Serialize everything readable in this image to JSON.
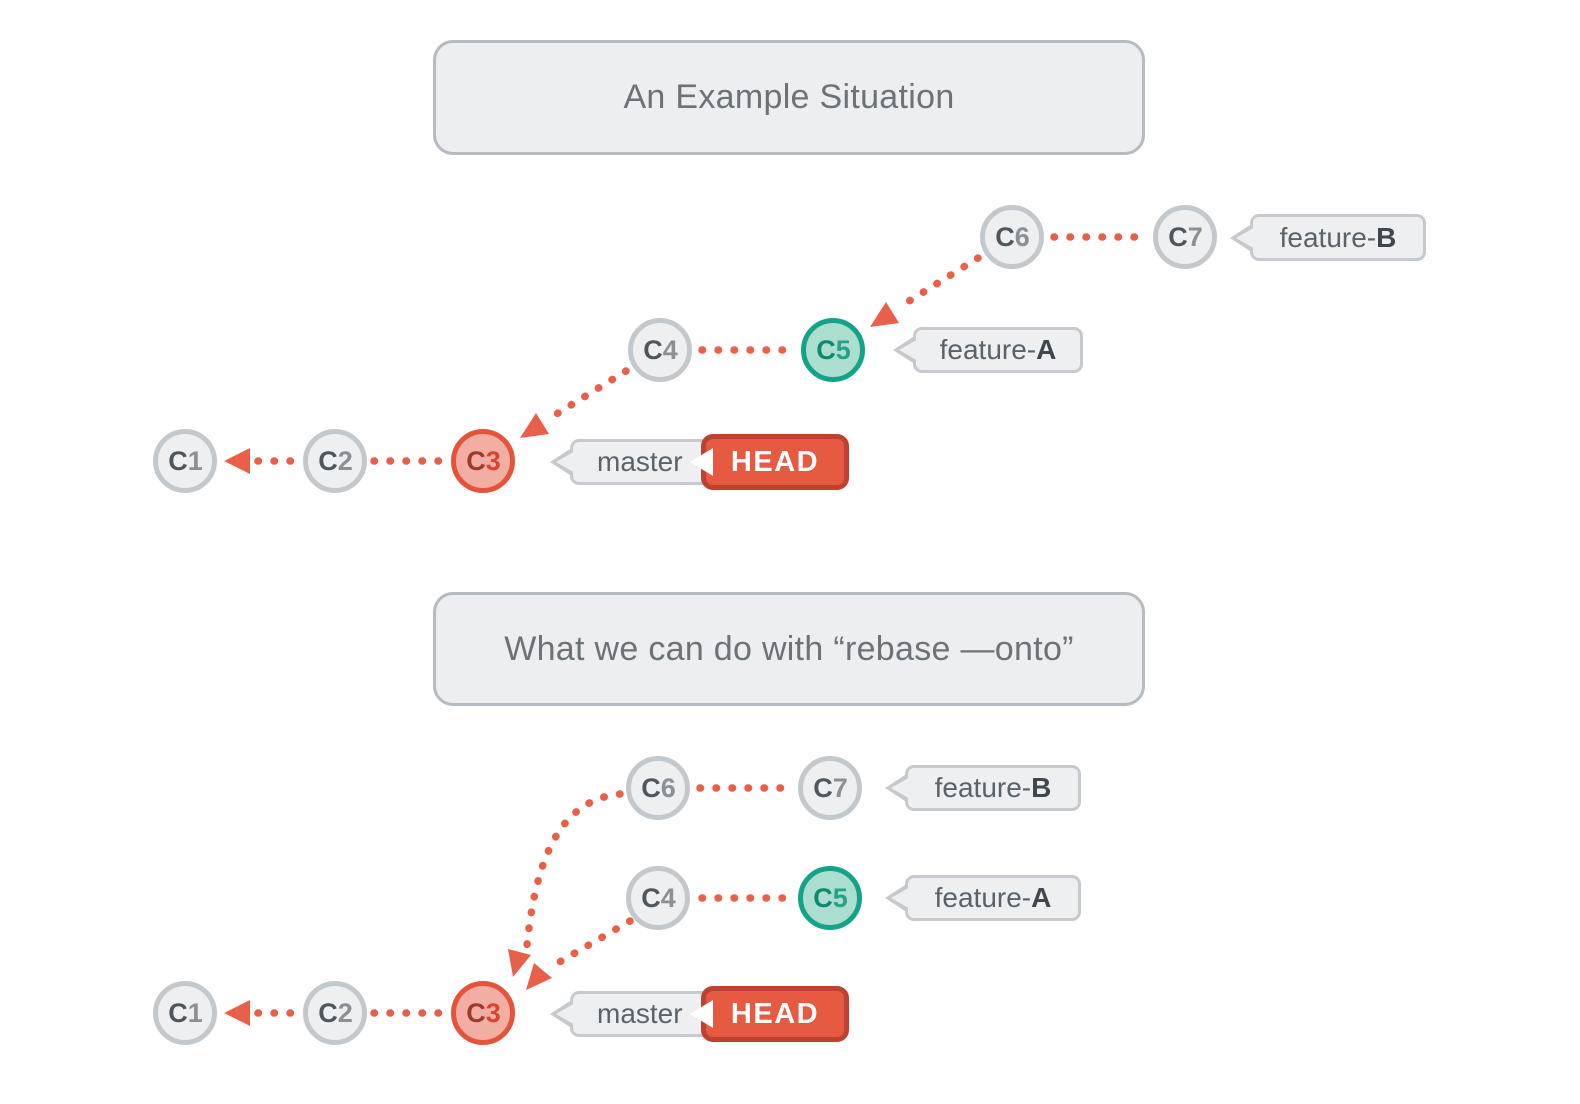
{
  "colors": {
    "background": "#FFFFFF",
    "panel_fill": "#EDEEF1",
    "panel_border": "#B5BBC1",
    "title_text": "#6B7278",
    "node_gray_fill": "#EDEFF1",
    "node_gray_border": "#C3C8CC",
    "node_gray_text_dark": "#4E575D",
    "node_gray_text_light": "#8A9094",
    "node_teal_fill": "#ABDECF",
    "node_teal_border": "#14A38A",
    "node_teal_text_dark": "#0A8A70",
    "node_teal_text_light": "#25A388",
    "node_red_fill": "#F2AEA3",
    "node_red_border": "#E4543A",
    "node_red_text_dark": "#9E392B",
    "node_red_text_light": "#D8442D",
    "edge_accent": "#E8604A",
    "tag_fill": "#EDEFF1",
    "tag_border": "#C6CACE",
    "tag_text": "#59636B",
    "tag_text_bold": "#3F4850",
    "head_fill": "#E55A40",
    "head_border": "#BF4130",
    "head_text": "#FFFFFF"
  },
  "diagram1": {
    "title": "An Example Situation",
    "commits": {
      "c1": {
        "letter": "C",
        "digit": "1"
      },
      "c2": {
        "letter": "C",
        "digit": "2"
      },
      "c3": {
        "letter": "C",
        "digit": "3"
      },
      "c4": {
        "letter": "C",
        "digit": "4"
      },
      "c5": {
        "letter": "C",
        "digit": "5"
      },
      "c6": {
        "letter": "C",
        "digit": "6"
      },
      "c7": {
        "letter": "C",
        "digit": "7"
      }
    },
    "branch_labels": {
      "feature_b": {
        "prefix": "feature-",
        "suffix": "B"
      },
      "feature_a": {
        "prefix": "feature-",
        "suffix": "A"
      },
      "master": "master",
      "head": "HEAD"
    }
  },
  "diagram2": {
    "title": "What we can do with “rebase —onto”",
    "commits": {
      "c1": {
        "letter": "C",
        "digit": "1"
      },
      "c2": {
        "letter": "C",
        "digit": "2"
      },
      "c3": {
        "letter": "C",
        "digit": "3"
      },
      "c4": {
        "letter": "C",
        "digit": "4"
      },
      "c5": {
        "letter": "C",
        "digit": "5"
      },
      "c6": {
        "letter": "C",
        "digit": "6"
      },
      "c7": {
        "letter": "C",
        "digit": "7"
      }
    },
    "branch_labels": {
      "feature_b": {
        "prefix": "feature-",
        "suffix": "B"
      },
      "feature_a": {
        "prefix": "feature-",
        "suffix": "A"
      },
      "master": "master",
      "head": "HEAD"
    }
  }
}
